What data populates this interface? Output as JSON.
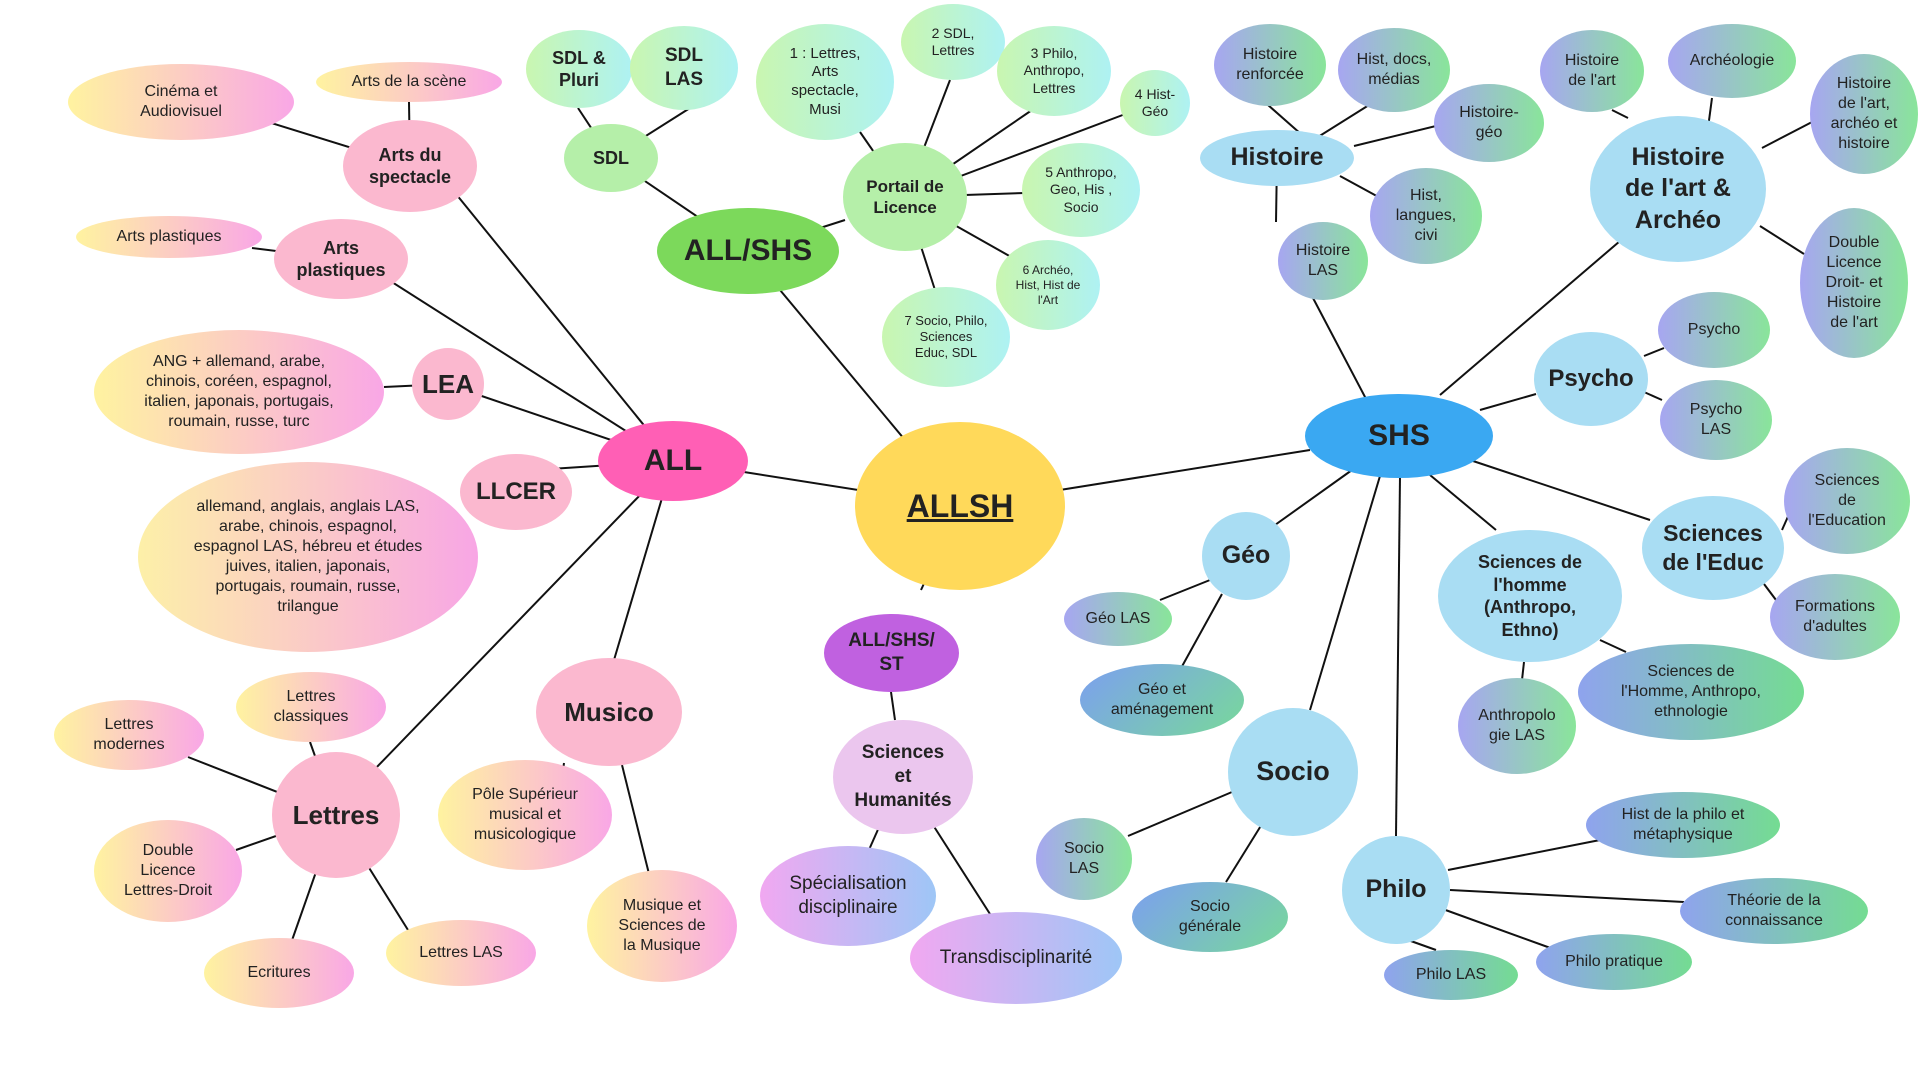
{
  "nodes": {
    "allsh": "ALLSH",
    "all": "ALL",
    "all_shs": "ALL/SHS",
    "all_shs_st": "ALL/SHS/\nST",
    "shs": "SHS",
    "sdl": "SDL",
    "sdl_pluri": "SDL &\nPluri",
    "sdl_las": "SDL\nLAS",
    "portail": "Portail de\nLicence",
    "p1": "1 : Lettres,\nArts\nspectacle,\nMusi",
    "p2": "2 SDL,\nLettres",
    "p3": "3 Philo,\nAnthropo,\nLettres",
    "p4": "4 Hist-\nGéo",
    "p5": "5 Anthropo,\nGeo, His ,\nSocio",
    "p6": "6 Archéo,\nHist, Hist de\nl'Art",
    "p7": "7 Socio, Philo,\nSciences\nEduc, SDL",
    "arts_spectacle": "Arts du\nspectacle",
    "cinema": "Cinéma et\nAudiovisuel",
    "arts_scene": "Arts de la scène",
    "arts_plastiques": "Arts\nplastiques",
    "arts_plastiques_leaf": "Arts plastiques",
    "lea": "LEA",
    "lea_langues": "ANG + allemand, arabe,\nchinois, coréen, espagnol,\nitalien, japonais, portugais,\nroumain, russe, turc",
    "llcer": "LLCER",
    "llcer_langues": "allemand, anglais, anglais LAS,\narabe, chinois, espagnol,\nespagnol LAS, hébreu et études\njuives,  italien, japonais,\nportugais, roumain, russe,\ntrilangue",
    "musico": "Musico",
    "pole_sup": "Pôle Supérieur\nmusical et\nmusicologique",
    "musique_sciences": "Musique et\nSciences de\nla Musique",
    "lettres": "Lettres",
    "lettres_modernes": "Lettres\nmodernes",
    "lettres_classiques": "Lettres\nclassiques",
    "double_lettres_droit": "Double\nLicence\nLettres-Droit",
    "ecritures": "Ecritures",
    "lettres_las": "Lettres LAS",
    "sciences_humanites": "Sciences\net\nHumanités",
    "specialisation": "Spécialisation\ndisciplinaire",
    "transdisciplinarite": "Transdisciplinarité",
    "histoire": "Histoire",
    "histoire_renforcee": "Histoire\nrenforcée",
    "hist_docs": "Hist, docs,\nmédias",
    "histoire_geo": "Histoire-\ngéo",
    "hist_langues": "Hist,\nlangues,\ncivi",
    "histoire_las": "Histoire\nLAS",
    "hist_art_archeo": "Histoire\nde l'art &\nArchéo",
    "histoire_art": "Histoire\nde l'art",
    "archeologie": "Archéologie",
    "hist_art_archeo_hist": "Histoire\nde l'art,\narchéo et\nhistoire",
    "double_droit_art": "Double\nLicence\nDroit- et\nHistoire\nde l'art",
    "psycho": "Psycho",
    "psycho_leaf": "Psycho",
    "psycho_las": "Psycho\nLAS",
    "sciences_educ": "Sciences\nde l'Educ",
    "sciences_education": "Sciences\nde\nl'Education",
    "formations_adultes": "Formations\nd'adultes",
    "sciences_homme": "Sciences de\nl'homme\n(Anthropo,\nEthno)",
    "anthropologie_las": "Anthropolo\ngie LAS",
    "sciences_homme_leaf": "Sciences de\nl'Homme, Anthropo,\nethnologie",
    "geo": "Géo",
    "geo_las": "Géo LAS",
    "geo_amenagement": "Géo et\naménagement",
    "socio": "Socio",
    "socio_las": "Socio\nLAS",
    "socio_generale": "Socio\ngénérale",
    "philo": "Philo",
    "hist_philo": "Hist de la philo et\nmétaphysique",
    "theorie_connaissance": "Théorie de la\nconnaissance",
    "philo_pratique": "Philo pratique",
    "philo_las": "Philo LAS"
  }
}
